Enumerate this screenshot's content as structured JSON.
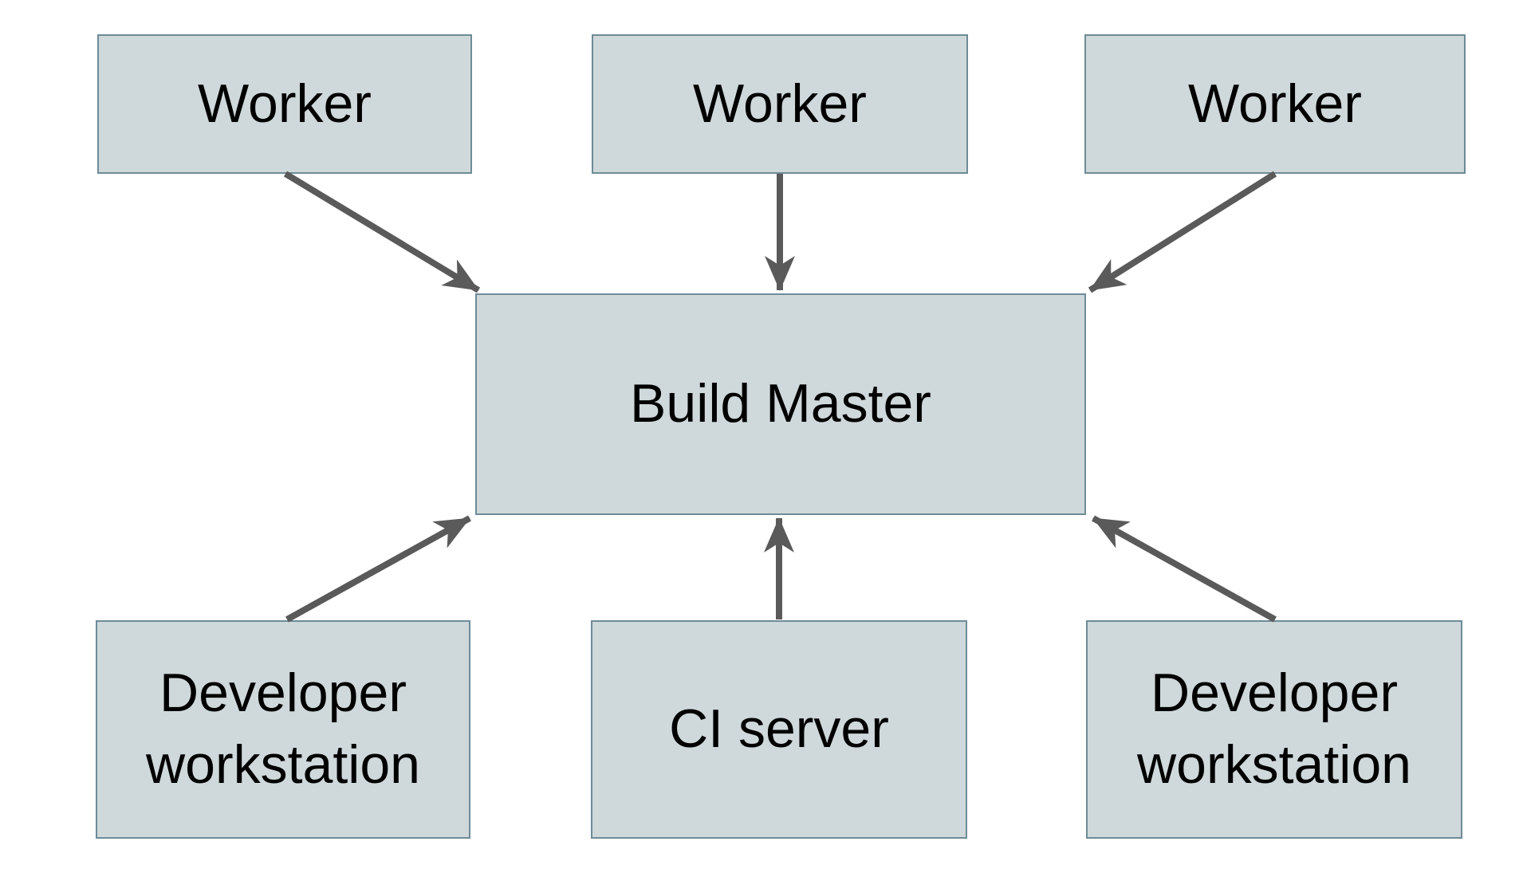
{
  "diagram": {
    "type": "architecture-diagram",
    "background_color": "#ffffff",
    "palette": {
      "node_fill": "#cfd8da",
      "node_border": "#6e8b97",
      "arrow_color": "#5a5a5a",
      "text_color": "#000000"
    },
    "nodes": {
      "worker_1": {
        "label": "Worker"
      },
      "worker_2": {
        "label": "Worker"
      },
      "worker_3": {
        "label": "Worker"
      },
      "build_master": {
        "label": "Build Master"
      },
      "developer_workstation_left": {
        "label": "Developer workstation"
      },
      "ci_server": {
        "label": "CI server"
      },
      "developer_workstation_right": {
        "label": "Developer workstation"
      }
    },
    "edges": [
      {
        "from": "worker_1",
        "to": "build_master",
        "direction": "down-right"
      },
      {
        "from": "worker_2",
        "to": "build_master",
        "direction": "down"
      },
      {
        "from": "worker_3",
        "to": "build_master",
        "direction": "down-left"
      },
      {
        "from": "developer_workstation_left",
        "to": "build_master",
        "direction": "up-right"
      },
      {
        "from": "ci_server",
        "to": "build_master",
        "direction": "up"
      },
      {
        "from": "developer_workstation_right",
        "to": "build_master",
        "direction": "up-left"
      }
    ]
  }
}
